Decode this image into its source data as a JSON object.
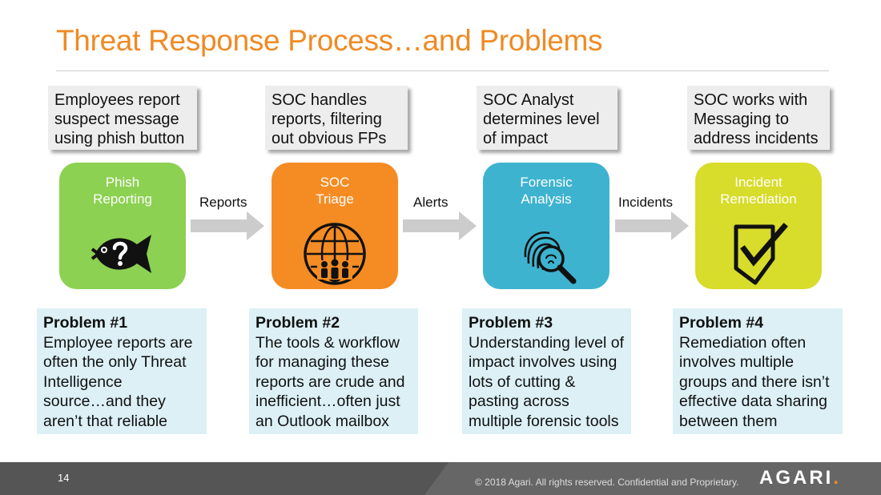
{
  "title": "Threat Response Process…and Problems",
  "colors": {
    "title": "#f08a24",
    "phish": "#8cd152",
    "triage": "#f58c23",
    "forensic": "#3eb3cf",
    "remediation": "#d8dc2a",
    "problem_bg": "#dcf0f6",
    "desc_bg": "#ededed",
    "arrow": "#cccccc"
  },
  "steps": [
    {
      "description": "Employees report\nsuspect message\nusing phish button",
      "label": "Phish\nReporting",
      "icon": "fish-question-icon",
      "problem_title": "Problem #1",
      "problem_text": "Employee reports are\noften the only Threat\nIntelligence\nsource…and they\naren’t that reliable"
    },
    {
      "description": "SOC handles\nreports, filtering\nout obvious FPs",
      "label": "SOC\nTriage",
      "icon": "globe-team-icon",
      "problem_title": "Problem #2",
      "problem_text": "The tools & workflow\nfor managing these\nreports are crude and\ninefficient…often just\nan Outlook mailbox"
    },
    {
      "description": "SOC Analyst\ndetermines level\nof impact",
      "label": "Forensic\nAnalysis",
      "icon": "fingerprint-magnifier-icon",
      "problem_title": "Problem #3",
      "problem_text": "Understanding level of\nimpact involves using\nlots of cutting &\npasting across\nmultiple forensic tools"
    },
    {
      "description": "SOC works with\nMessaging to\naddress incidents",
      "label": "Incident\nRemediation",
      "icon": "shield-check-icon",
      "problem_title": "Problem #4",
      "problem_text": "Remediation often\ninvolves multiple\ngroups and there isn’t\neffective data sharing\nbetween them"
    }
  ],
  "connectors": [
    "Reports",
    "Alerts",
    "Incidents"
  ],
  "footer": {
    "page_number": "14",
    "copyright": "© 2018 Agari.  All rights reserved. Confidential and Proprietary.",
    "logo_text_a": "AGAR",
    "logo_text_b": "I",
    "logo_dot": "."
  }
}
